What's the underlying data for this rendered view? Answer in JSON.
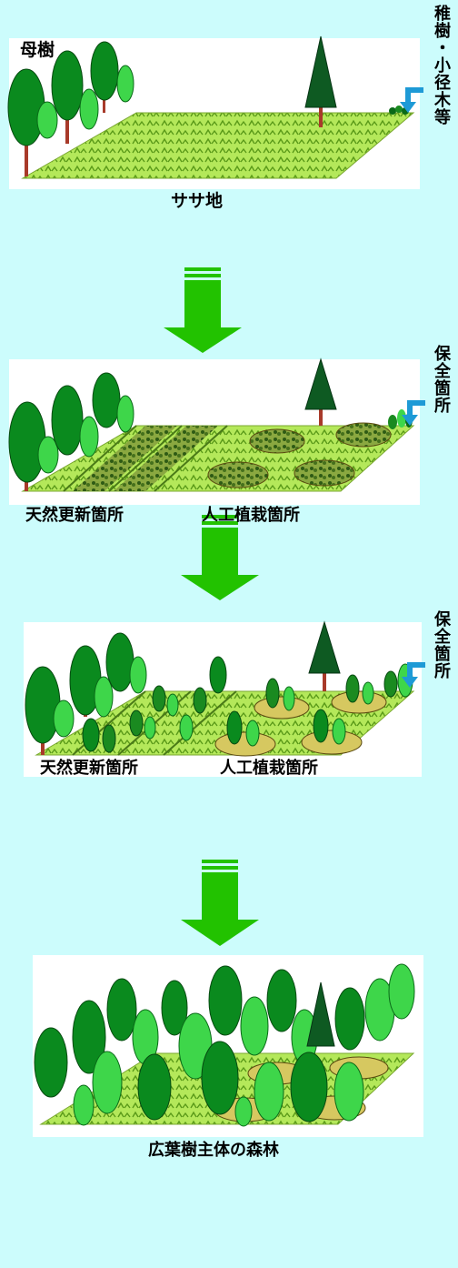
{
  "stages": [
    {
      "top_label": "母樹",
      "bottom_label": "ササ地",
      "side_label": "稚樹・小径木等"
    },
    {
      "left_label": "天然更新箇所",
      "right_label": "人工植栽箇所",
      "side_label": "保全箇所"
    },
    {
      "left_label": "天然更新箇所",
      "right_label": "人工植栽箇所",
      "side_label": "保全箇所"
    },
    {
      "bottom_label": "広葉樹主体の森林"
    }
  ],
  "colors": {
    "background": "#ccfcfc",
    "ground": "#b4e85a",
    "arrow": "#22c200",
    "marker": "#1e9ad6",
    "tree_dark": "#0a7a1e",
    "tree_light": "#3ed64a",
    "conifer": "#0e5a22"
  }
}
